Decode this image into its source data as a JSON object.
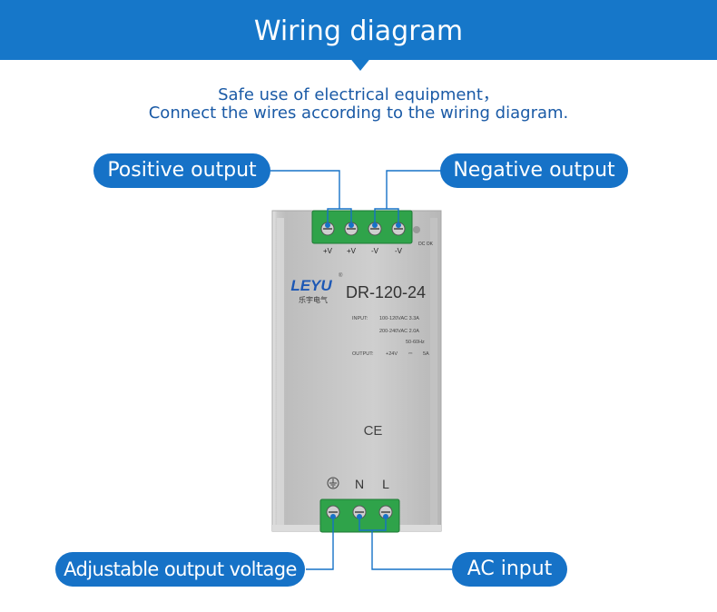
{
  "header": {
    "title": "Wiring diagram"
  },
  "intro": {
    "line1": "Safe use of electrical equipment，",
    "line2": "Connect the wires according to the wiring diagram."
  },
  "callouts": {
    "positive_output": "Positive output",
    "negative_output": "Negative output",
    "adjustable_output_voltage": "Adjustable output voltage",
    "ac_input": "AC input"
  },
  "device": {
    "brand": "LEYU",
    "brand_cn": "乐宇电气",
    "model": "DR-120-24",
    "top_terminals": [
      "+V",
      "+V",
      "-V",
      "-V"
    ],
    "dc_ok": "DC OK",
    "specs": {
      "input_label": "INPUT:",
      "input_1": "100-120VAC 3.3A",
      "input_2": "200-240VAC 2.0A",
      "input_3": "50-60Hz",
      "output_label": "OUTPUT:",
      "output_voltage": "+24V",
      "output_current": "5A"
    },
    "ce_mark": "CE",
    "bottom_labels": {
      "neutral": "N",
      "live": "L"
    }
  },
  "colors": {
    "accent": "#1672c7",
    "banner": "#1677c9",
    "terminal_green": "#2fa34a",
    "text_blue": "#1a5aa6"
  }
}
